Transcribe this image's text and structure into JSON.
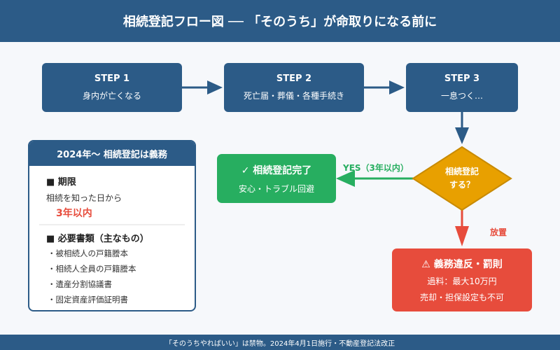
{
  "title": "相続登記フロー図 ── 「そのうち」が命取りになる前に",
  "steps": [
    {
      "label": "STEP 1",
      "text": "身内が亡くなる"
    },
    {
      "label": "STEP 2",
      "text": "死亡届・葬儀・各種手続き"
    },
    {
      "label": "STEP 3",
      "text": "一息つく…"
    }
  ],
  "decision": {
    "line1": "相続登記",
    "line2": "する？"
  },
  "yes": {
    "label": "YES（3年以内）",
    "title": "✓ 相続登記完了",
    "text": "安心・トラブル回避"
  },
  "no": {
    "label": "放置",
    "title": "⚠ 義務違反・罰則",
    "line1": "過料：最大10万円",
    "line2": "売却・担保設定も不可"
  },
  "panel": {
    "title": "2024年～ 相続登記は義務",
    "deadline_heading": "■ 期限",
    "deadline_text": "相続を知った日から",
    "deadline_value": "3年以内",
    "docs_heading": "■ 必要書類（主なもの）",
    "docs": [
      "・被相続人の戸籍謄本",
      "・相続人全員の戸籍謄本",
      "・遺産分割協議書",
      "・固定資産評価証明書"
    ]
  },
  "footer": "「そのうちやればいい」は禁物。2024年4月1日施行・不動産登記法改正",
  "colors": {
    "primary": "#2c5b87",
    "yes": "#27ae60",
    "no": "#e74c3c",
    "decision": "#e8a000"
  }
}
